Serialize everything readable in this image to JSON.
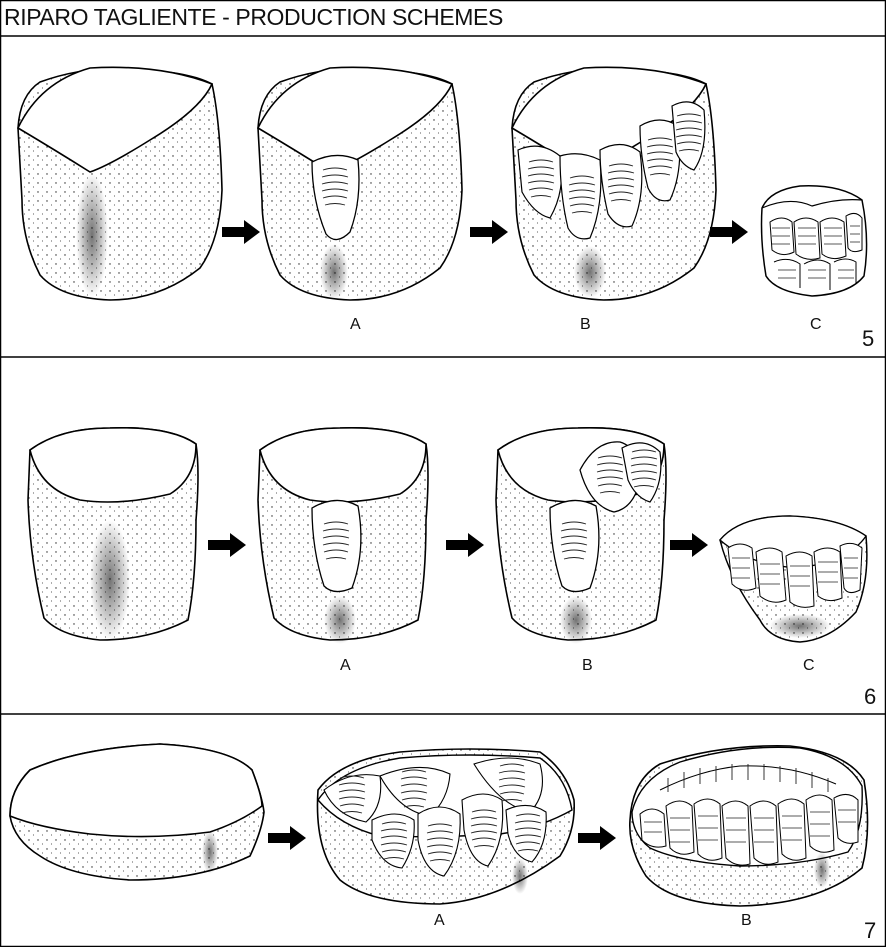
{
  "title": "RIPARO TAGLIENTE - PRODUCTION SCHEMES",
  "schemes": [
    {
      "number": "5",
      "step_labels": [
        "A",
        "B",
        "C"
      ]
    },
    {
      "number": "6",
      "step_labels": [
        "A",
        "B",
        "C"
      ]
    },
    {
      "number": "7",
      "step_labels": [
        "A",
        "B"
      ]
    }
  ]
}
